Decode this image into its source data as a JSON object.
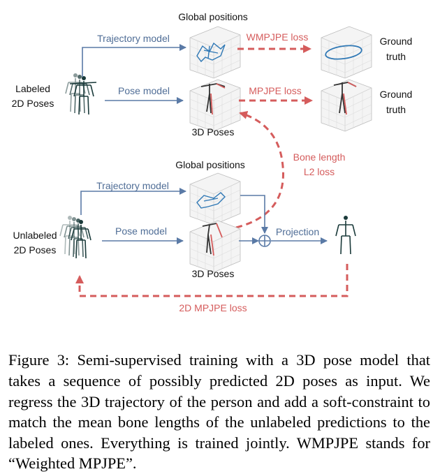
{
  "figure": {
    "labeled": {
      "title_l1": "Labeled",
      "title_l2": "2D Poses"
    },
    "unlabeled": {
      "title_l1": "Unlabeled",
      "title_l2": "2D Poses"
    },
    "top": {
      "global_positions": "Global positions",
      "trajectory_model": "Trajectory model",
      "pose_model": "Pose model",
      "wmpjpe_loss": "WMPJPE loss",
      "mpjpe_loss": "MPJPE loss",
      "ground_truth_1": [
        "Ground",
        "truth"
      ],
      "ground_truth_2": [
        "Ground",
        "truth"
      ],
      "poses_3d": "3D Poses"
    },
    "bone_length": [
      "Bone length",
      "L2 loss"
    ],
    "bottom": {
      "global_positions": "Global positions",
      "trajectory_model": "Trajectory model",
      "pose_model": "Pose model",
      "projection": "Projection",
      "poses_3d": "3D Poses",
      "mpjpe_2d_loss": "2D MPJPE loss"
    },
    "colors": {
      "blue_arrow": "#5a7aa6",
      "red_loss": "#d55c5c",
      "trajectory": "#2f78b5",
      "pose_dark": "#1a3a3a"
    }
  },
  "caption": {
    "label": "Figure 3:",
    "text": "Semi-supervised training with a 3D pose model that takes a sequence of possibly predicted 2D poses as input. We regress the 3D trajectory of the person and add a soft-constraint to match the mean bone lengths of the unlabeled predictions to the labeled ones. Everything is trained jointly. WMPJPE stands for “Weighted MPJPE”."
  }
}
